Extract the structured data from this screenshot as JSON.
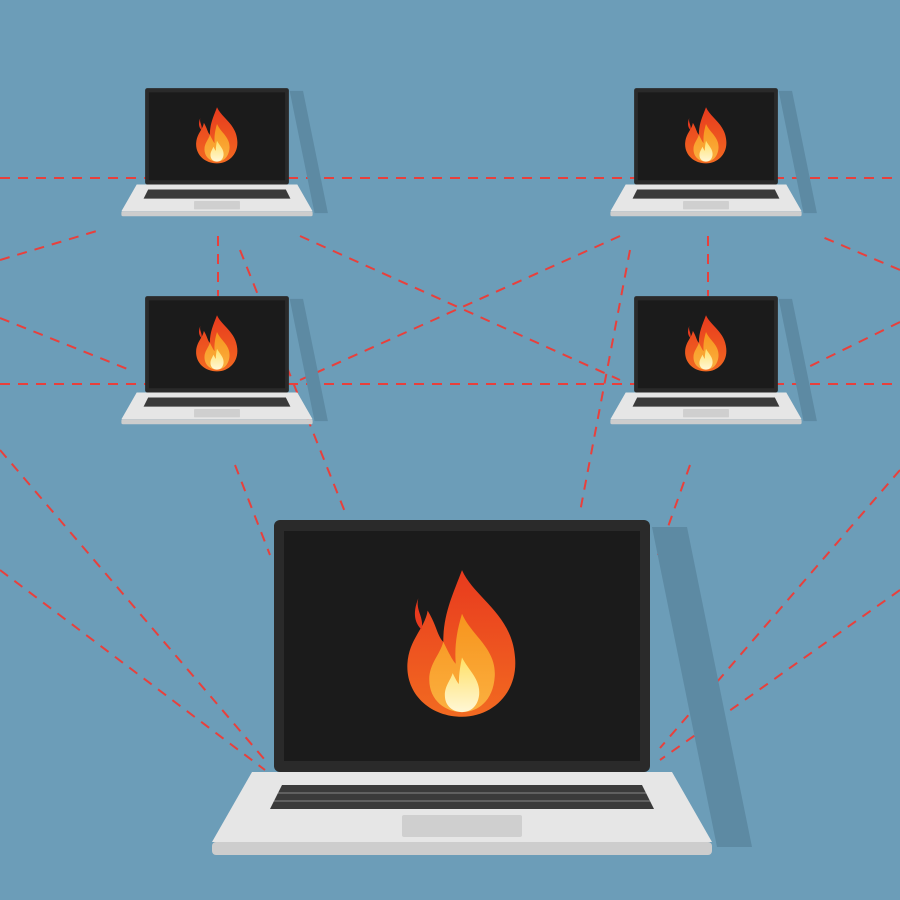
{
  "scene": {
    "description_text": "",
    "background_color": "#6c9db8",
    "link_color": "#e8403c",
    "screen_color": "#1b1b1b",
    "body_color": "#e6e6e6",
    "key_color": "#3a3a3a",
    "trackpad_color": "#cfcfcf",
    "shadow_color": "#5d8aa3"
  },
  "laptops": [
    {
      "id": "laptop-top-left",
      "icon": "fire-icon"
    },
    {
      "id": "laptop-top-right",
      "icon": "fire-icon"
    },
    {
      "id": "laptop-middle-left",
      "icon": "fire-icon"
    },
    {
      "id": "laptop-middle-right",
      "icon": "fire-icon"
    },
    {
      "id": "laptop-main",
      "icon": "fire-icon"
    }
  ]
}
